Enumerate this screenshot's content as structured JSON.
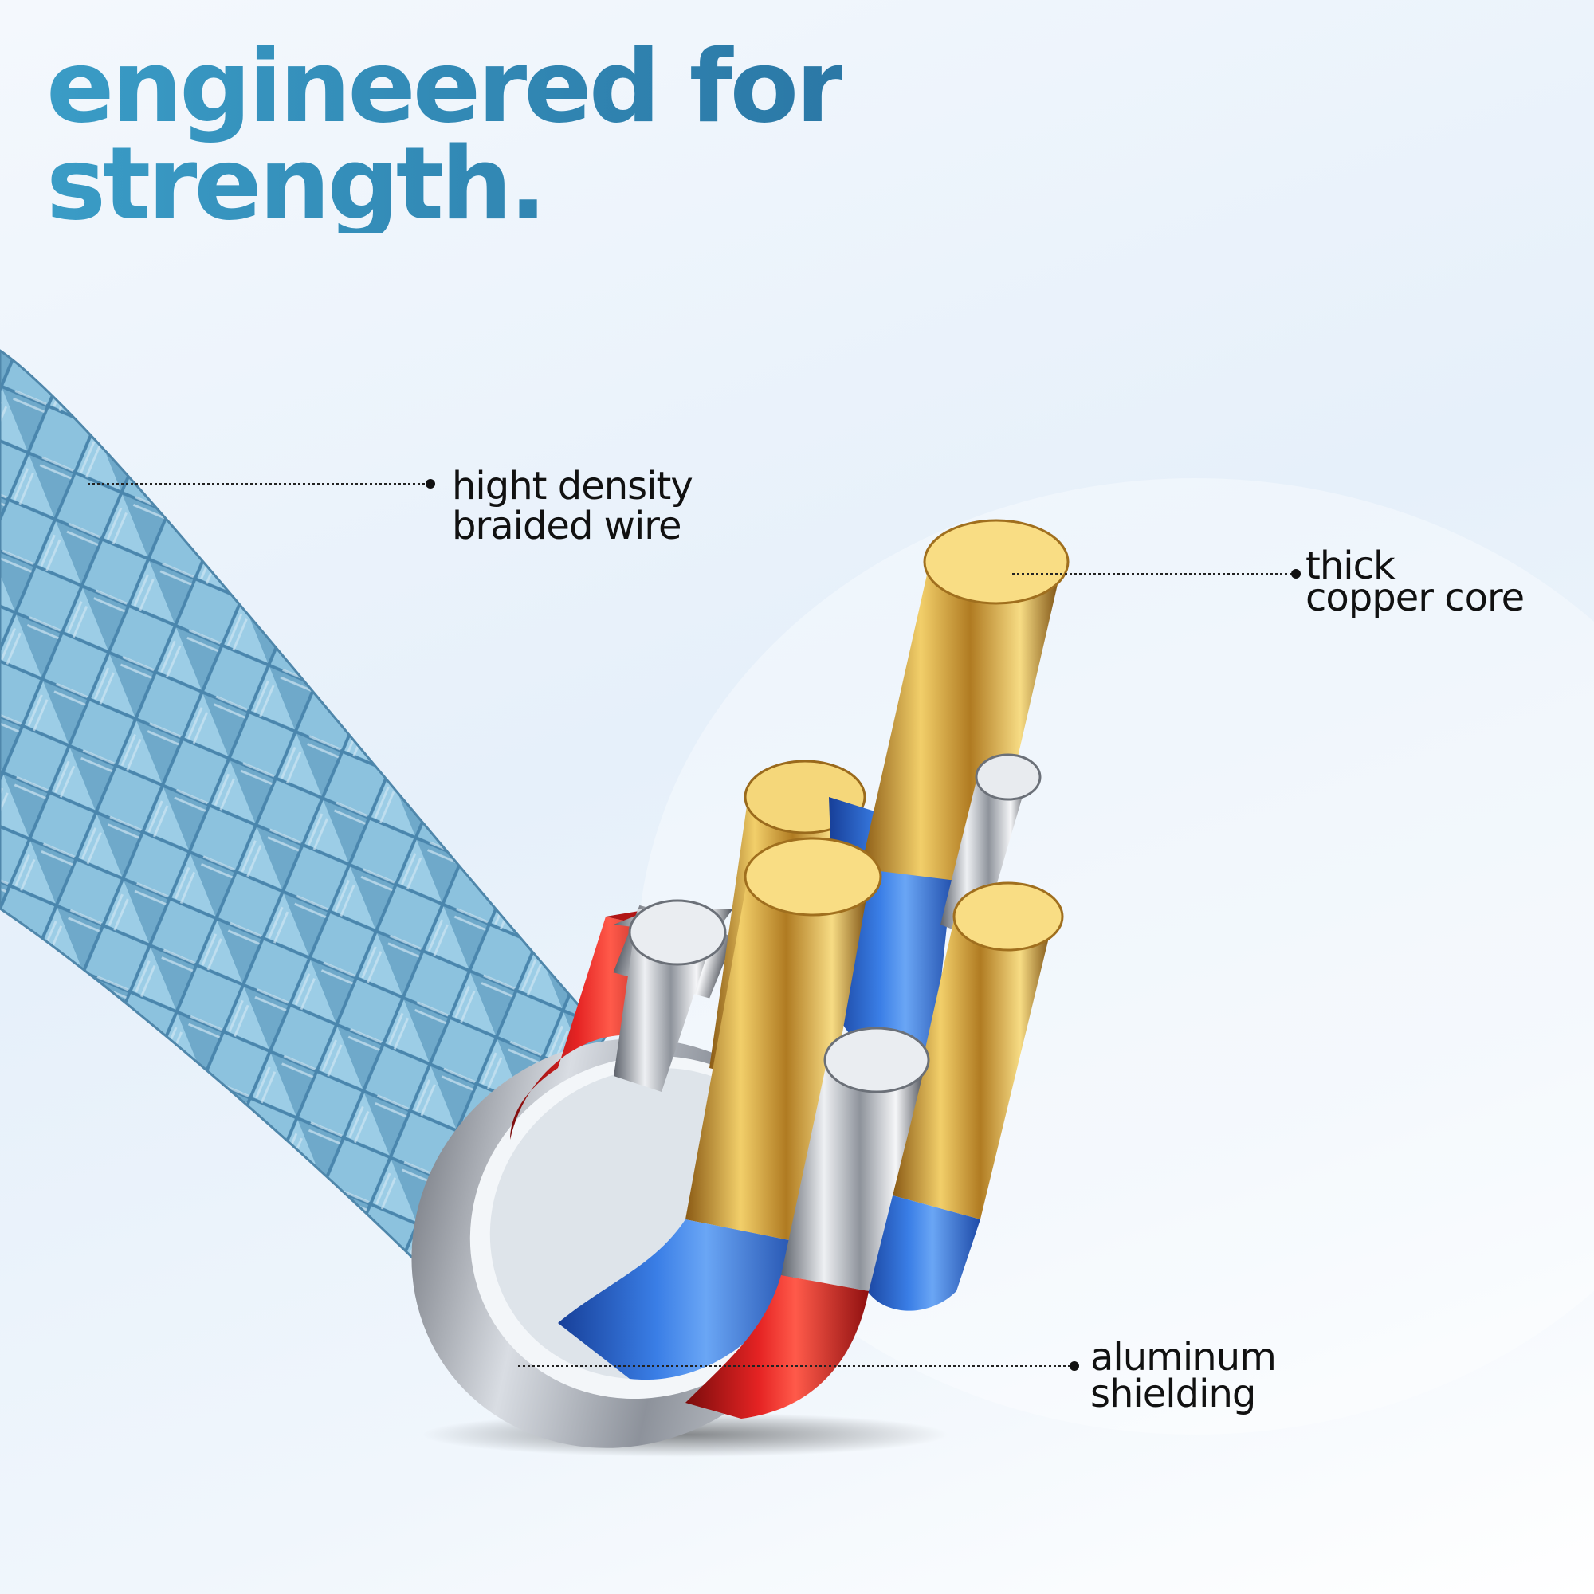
{
  "headline": {
    "line1": "engineered for",
    "line2": "strength."
  },
  "callouts": {
    "braid": {
      "line1": "hight density",
      "line2": "braided wire"
    },
    "copper": {
      "line1": "thick",
      "line2": "copper core"
    },
    "shield": {
      "line1": "aluminum",
      "line2": "shielding"
    }
  },
  "colors": {
    "headline": "#2e8bb8",
    "braid": "#7fb8d6",
    "insulation_red": "#d01818",
    "insulation_blue": "#2f6fd8",
    "copper": "#d9a93a",
    "tinned": "#c9ccd2"
  }
}
